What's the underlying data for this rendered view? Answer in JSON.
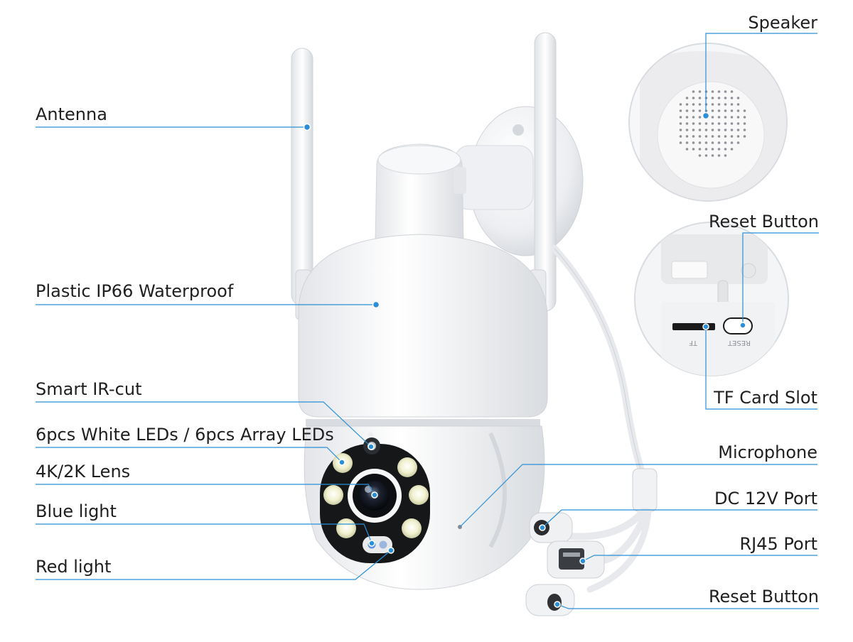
{
  "callouts": {
    "left": {
      "antenna": "Antenna",
      "housing": "Plastic IP66 Waterproof",
      "ir_cut": "Smart IR-cut",
      "leds": "6pcs White LEDs / 6pcs Array LEDs",
      "lens": "4K/2K Lens",
      "blue_light": "Blue light",
      "red_light": "Red light"
    },
    "right": {
      "speaker": "Speaker",
      "reset_button_top": "Reset Button",
      "tf_card_slot": "TF Card Slot",
      "microphone": "Microphone",
      "dc_port": "DC 12V Port",
      "rj45_port": "RJ45 Port",
      "reset_button_bottom": "Reset Button"
    }
  },
  "inset_text": {
    "tf": "TF",
    "reset": "RESET"
  },
  "colors": {
    "accent_line": "#2a8fd6",
    "camera_white": "#f2f3f5",
    "lens_black": "#1a1a1c",
    "led_white": "#f4f4dc",
    "blue_indicator": "#3b7dd8",
    "red_indicator": "#d94a4a"
  }
}
